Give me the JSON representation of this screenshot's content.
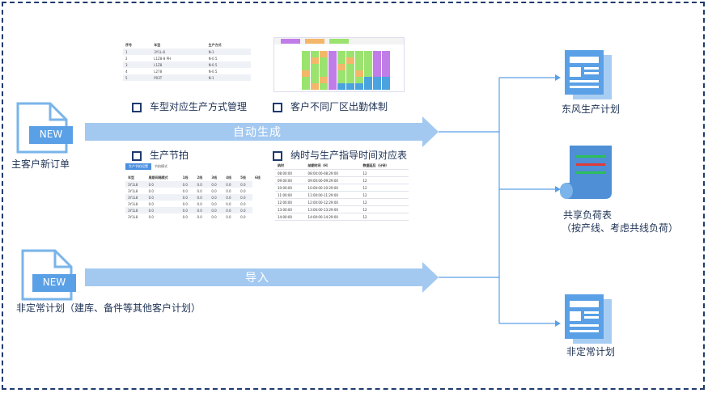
{
  "colors": {
    "arrow": "#a3c9f1",
    "line": "#5aa0e6",
    "icon": "#5aa0e6",
    "border": "#1f3a6e",
    "green": "#9be36f",
    "orange": "#f4b76a",
    "purple": "#c07de8",
    "yellow": "#f2e36a",
    "blue": "#4aa3df"
  },
  "inputs": {
    "main_order": {
      "badge": "NEW",
      "label": "主客户新订单",
      "icon": "new-document-icon"
    },
    "irregular": {
      "badge": "NEW",
      "label": "非定常计划（建库、备件等其他客户计划）",
      "icon": "new-document-icon"
    }
  },
  "arrows": {
    "auto": "自动生成",
    "import": "导入"
  },
  "factors": {
    "model_mgmt": "车型对应生产方式管理",
    "attendance": "客户不同厂区出勤体制",
    "takt": "生产节拍",
    "delivery": "纳时与生产指导时间对应表"
  },
  "outputs": {
    "dongfeng": {
      "label": "东风生产计划",
      "icon": "newspaper-icon"
    },
    "shared": {
      "label": "共享负荷表",
      "sub": "（按产线、考虑共线负荷）",
      "icon": "scroll-icon"
    },
    "irregular_plan": {
      "label": "非定常计划",
      "icon": "newspaper-icon"
    }
  },
  "thumb_model": {
    "headers": [
      "序号",
      "车型",
      "生产方式"
    ],
    "rows": [
      [
        "1",
        "3Y1L-8",
        "N-1"
      ],
      [
        "2",
        "L1Z8-8 PH",
        "N-0.5"
      ],
      [
        "3",
        "L1Z8",
        "N-0.5"
      ],
      [
        "4",
        "L278",
        "N-0.5"
      ],
      [
        "5",
        "P03T",
        "N-1"
      ]
    ]
  },
  "thumb_takt": {
    "tab1": "生产节拍设置",
    "tab2": "节拍模式",
    "headers": [
      "车型",
      "周期间隔模式",
      "1线",
      "2线",
      "3线",
      "4线",
      "5线",
      "6线"
    ],
    "rows": [
      [
        "3Y1L8",
        "0.0",
        "0.0",
        "0.0",
        "0.0",
        "0.0",
        "0.0"
      ],
      [
        "3Y1L8",
        "0.0",
        "0.0",
        "0.0",
        "0.0",
        "0.0",
        "0.0"
      ],
      [
        "3Y1L8",
        "0.0",
        "0.0",
        "0.0",
        "0.0",
        "0.0",
        "0.0"
      ],
      [
        "3Y1L8",
        "0.0",
        "0.0",
        "0.0",
        "0.0",
        "0.0",
        "0.0"
      ],
      [
        "3Y1L8",
        "0.0",
        "0.0",
        "0.0",
        "0.0",
        "0.0",
        "0.0"
      ],
      [
        "3Y1L8",
        "0.0",
        "0.0",
        "0.0",
        "0.0",
        "0.0",
        "0.0"
      ]
    ]
  },
  "thumb_delivery": {
    "headers": [
      "纳时",
      "纳期时间（H）",
      "数据延后（分钟）"
    ],
    "rows": [
      [
        "08:00:00",
        "08:00:00-08:29:00",
        "12"
      ],
      [
        "09:00:00",
        "09:00:00-09:29:00",
        "12"
      ],
      [
        "10:00:00",
        "10:00:00-10:29:00",
        "12"
      ],
      [
        "11:00:00",
        "11:00:00-11:29:00",
        "12"
      ],
      [
        "12:00:00",
        "12:00:00-12:29:00",
        "12"
      ],
      [
        "13:00:00",
        "13:00:00-13:29:00",
        "12"
      ],
      [
        "14:00:00",
        "14:00:00-14:29:00",
        "12"
      ]
    ]
  },
  "thumb_attendance": {
    "rows": [
      [
        "g",
        "g",
        "o",
        "p",
        "g",
        "g",
        "g",
        "g",
        "p",
        "p"
      ],
      [
        "g",
        "o",
        "g",
        "p",
        "g",
        "o",
        "g",
        "g",
        "p",
        "p"
      ],
      [
        "g",
        "g",
        "g",
        "p",
        "o",
        "g",
        "g",
        "g",
        "p",
        "p"
      ],
      [
        "o",
        "g",
        "g",
        "p",
        "g",
        "g",
        "o",
        "g",
        "p",
        "p"
      ],
      [
        "g",
        "g",
        "o",
        "p",
        "g",
        "g",
        "g",
        "b",
        "b",
        "b"
      ],
      [
        "g",
        "o",
        "g",
        "p",
        "b",
        "b",
        "b",
        "b",
        "b",
        "b"
      ]
    ]
  }
}
